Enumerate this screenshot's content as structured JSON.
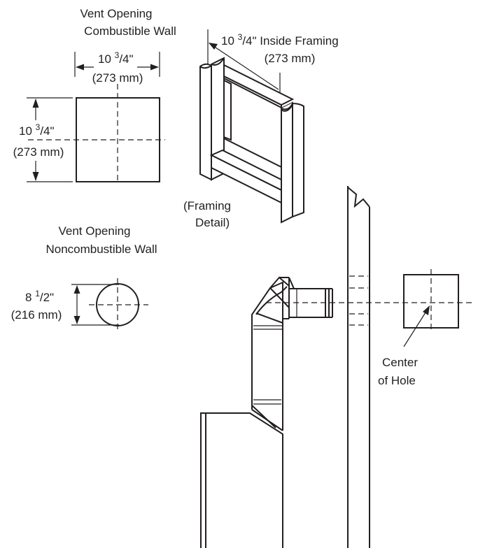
{
  "combustible": {
    "title_line1": "Vent Opening",
    "title_line2": "Combustible Wall",
    "width_in_main": "10 ",
    "width_in_num": "3",
    "width_in_den": "/4\"",
    "width_mm": "(273 mm)",
    "height_in_main": "10 ",
    "height_in_num": "3",
    "height_in_den": "/4\"",
    "height_mm": "(273 mm)"
  },
  "framing": {
    "dim_main": "10 ",
    "dim_num": "3",
    "dim_rest": "/4\" Inside Framing",
    "dim_mm": "(273 mm)",
    "caption_line1": "(Framing",
    "caption_line2": "Detail)"
  },
  "noncombustible": {
    "title_line1": "Vent Opening",
    "title_line2": "Noncombustible Wall",
    "dia_main": "8 ",
    "dia_num": "1",
    "dia_den": "/2\"",
    "dia_mm": "(216 mm)"
  },
  "center": {
    "label_line1": "Center",
    "label_line2": "of Hole"
  }
}
